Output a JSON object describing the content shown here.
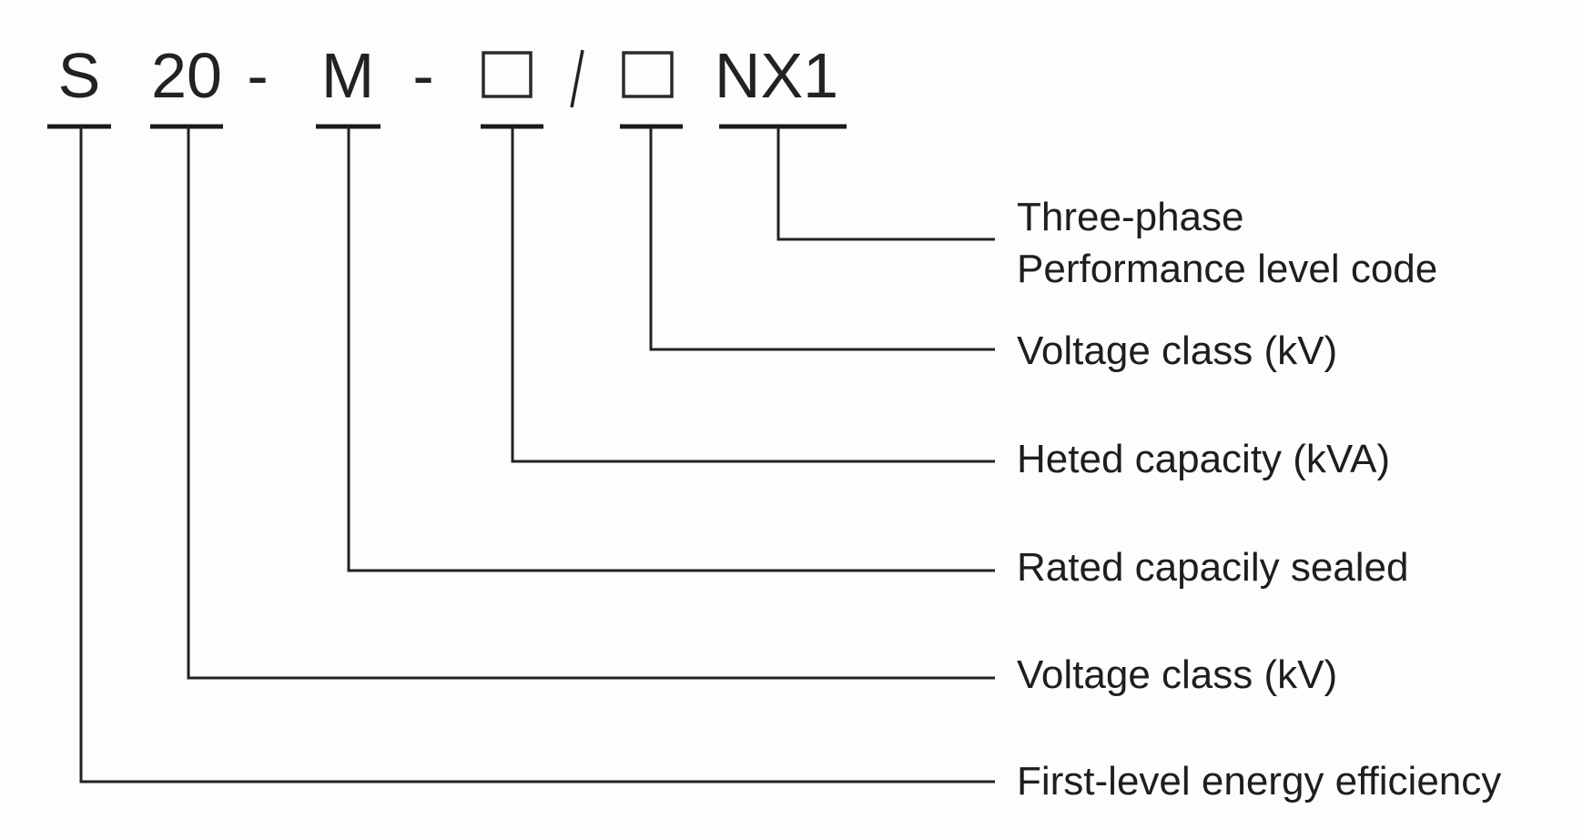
{
  "diagram": {
    "code_parts": [
      {
        "id": "s",
        "text": "S"
      },
      {
        "id": "20",
        "text": "20"
      },
      {
        "id": "dash1",
        "text": "-"
      },
      {
        "id": "m",
        "text": "M"
      },
      {
        "id": "dash2",
        "text": "-"
      },
      {
        "id": "box1",
        "text": "□"
      },
      {
        "id": "slash",
        "text": "/"
      },
      {
        "id": "box2",
        "text": "□"
      },
      {
        "id": "nx1",
        "text": "NX1"
      }
    ],
    "labels": [
      {
        "for": "nx1",
        "lines": [
          "Three-phase",
          "Performance level code"
        ]
      },
      {
        "for": "box2",
        "lines": [
          "Voltage class (kV)"
        ]
      },
      {
        "for": "box1",
        "lines": [
          "Heted capacity (kVA)"
        ]
      },
      {
        "for": "m",
        "lines": [
          "Rated capacily sealed"
        ]
      },
      {
        "for": "20",
        "lines": [
          "Voltage class (kV)"
        ]
      },
      {
        "for": "s",
        "lines": [
          "First-level energy efficiency"
        ]
      }
    ]
  }
}
